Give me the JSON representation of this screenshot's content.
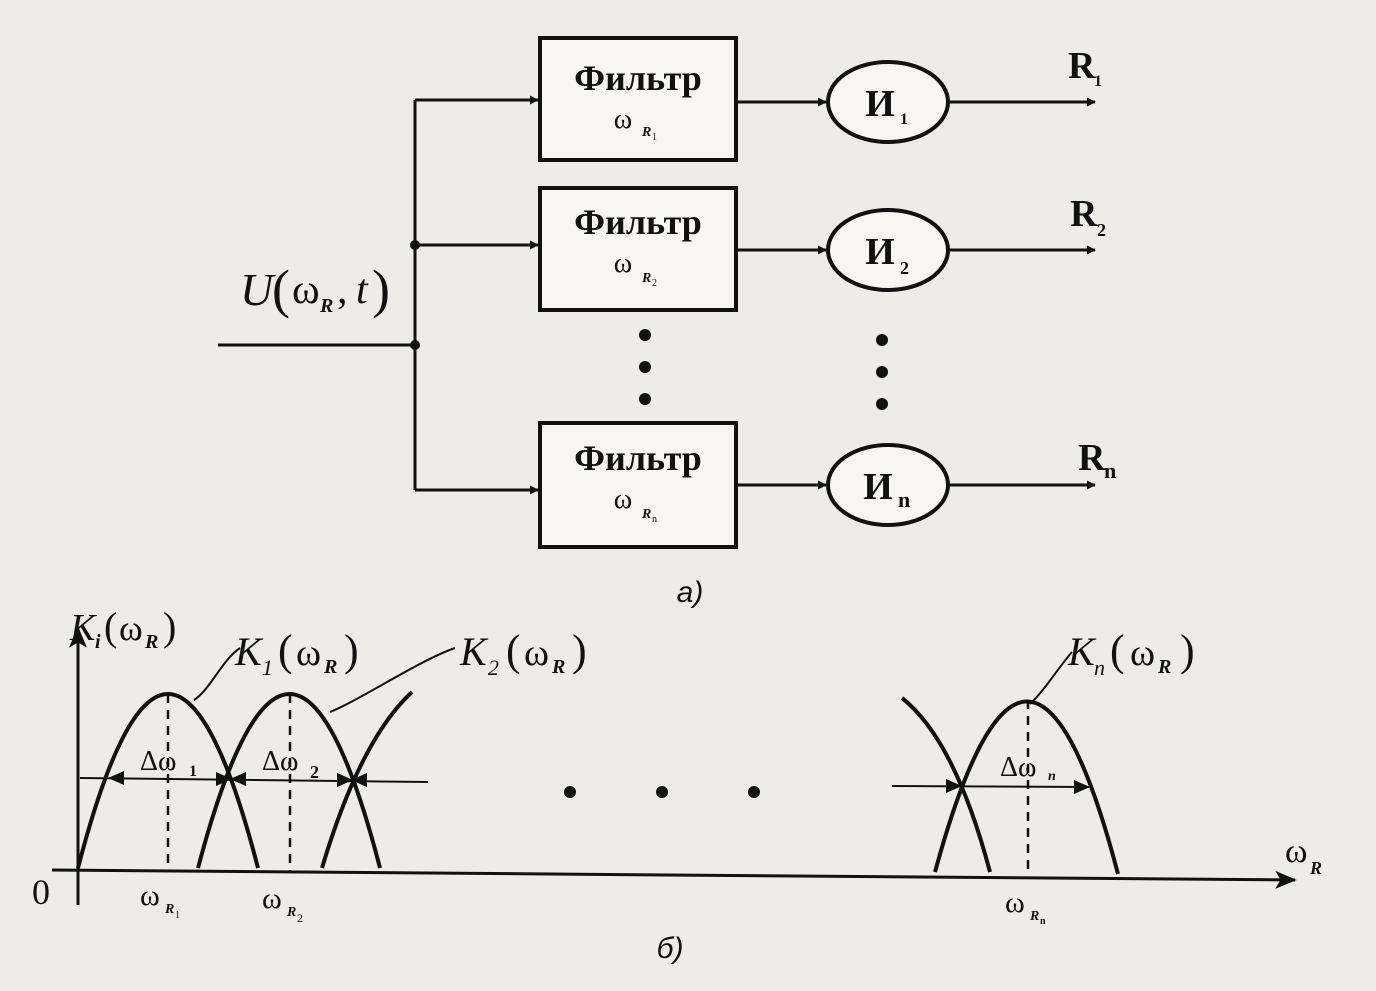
{
  "part_a": {
    "input_label": "U",
    "input_arg1": "ω",
    "input_arg1_sub": "R",
    "input_arg2": "t",
    "filters": [
      {
        "label": "Фильтр",
        "freq": "ω",
        "freq_sub": "R",
        "freq_subsub": "1"
      },
      {
        "label": "Фильтр",
        "freq": "ω",
        "freq_sub": "R",
        "freq_subsub": "2"
      },
      {
        "label": "Фильтр",
        "freq": "ω",
        "freq_sub": "R",
        "freq_subsub": "n"
      }
    ],
    "integrators": [
      {
        "label": "И",
        "sub": "1"
      },
      {
        "label": "И",
        "sub": "2"
      },
      {
        "label": "И",
        "sub": "n"
      }
    ],
    "outputs": [
      {
        "label": "R",
        "sub": "1"
      },
      {
        "label": "R",
        "sub": "2"
      },
      {
        "label": "R",
        "sub": "n"
      }
    ],
    "caption": "а)"
  },
  "part_b": {
    "y_axis_label": "K",
    "y_axis_sub": "i",
    "y_axis_arg": "ω",
    "y_axis_arg_sub": "R",
    "x_axis_label": "ω",
    "x_axis_sub": "R",
    "origin": "0",
    "curve_labels": [
      {
        "label": "K",
        "sub": "1",
        "arg": "ω",
        "arg_sub": "R"
      },
      {
        "label": "K",
        "sub": "2",
        "arg": "ω",
        "arg_sub": "R"
      },
      {
        "label": "K",
        "sub": "n",
        "arg": "ω",
        "arg_sub": "R"
      }
    ],
    "bandwidths": [
      {
        "label": "Δω",
        "sub": "1"
      },
      {
        "label": "Δω",
        "sub": "2"
      },
      {
        "label": "Δω",
        "sub": "n"
      }
    ],
    "centers": [
      {
        "label": "ω",
        "sub": "R",
        "subsub": "1"
      },
      {
        "label": "ω",
        "sub": "R",
        "subsub": "2"
      },
      {
        "label": "ω",
        "sub": "R",
        "subsub": "n"
      }
    ],
    "caption": "б)"
  }
}
